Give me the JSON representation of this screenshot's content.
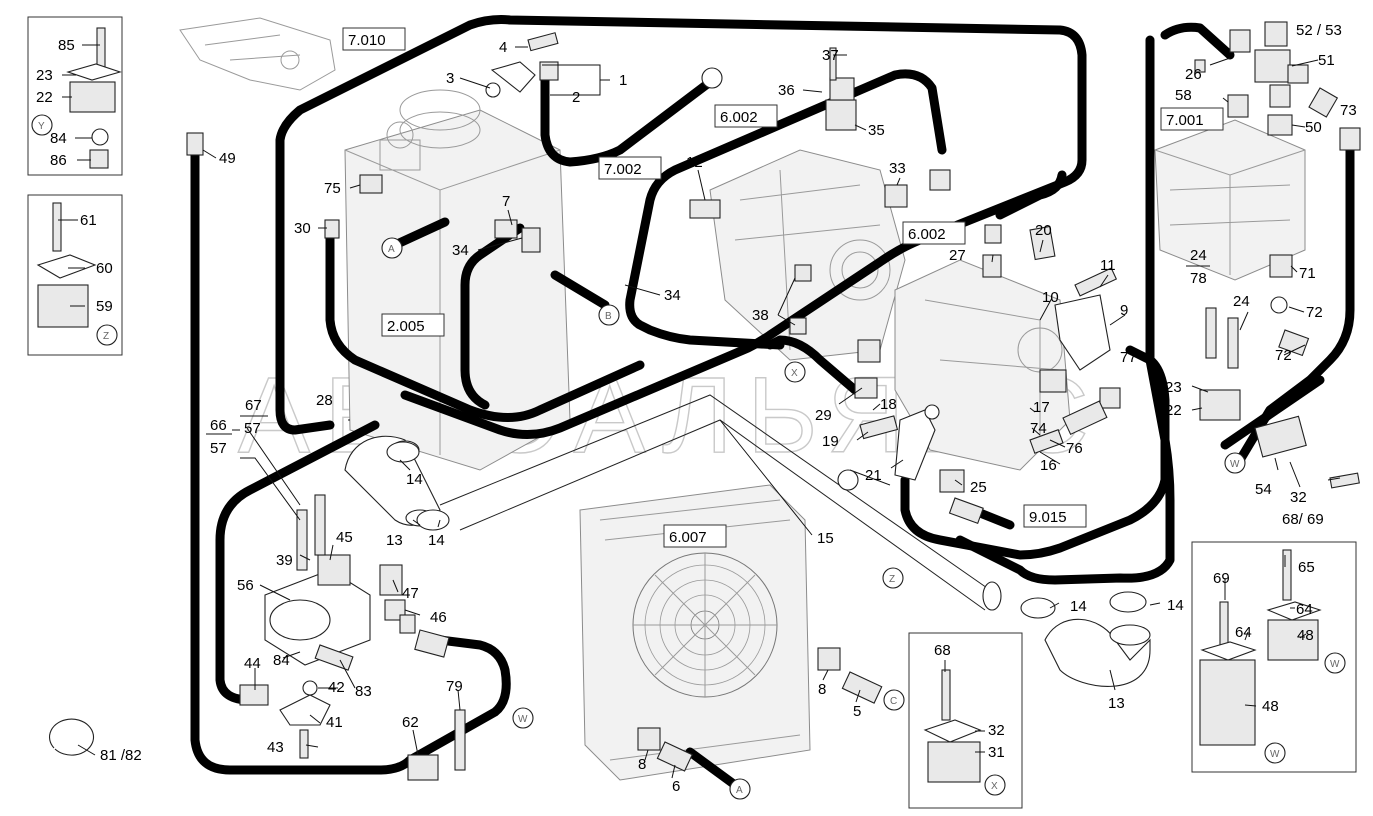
{
  "watermark": "АВТОАЛЬЯНС",
  "reference_boxes": [
    "7.010",
    "7.002",
    "6.002",
    "6.002",
    "2.005",
    "7.001",
    "6.007",
    "9.015"
  ],
  "callouts": [
    "85",
    "23",
    "22",
    "84",
    "86",
    "61",
    "60",
    "59",
    "49",
    "3",
    "4",
    "1",
    "2",
    "75",
    "30",
    "7",
    "34",
    "37",
    "36",
    "35",
    "12",
    "33",
    "34",
    "38",
    "27",
    "20",
    "11",
    "10",
    "9",
    "52 / 53",
    "51",
    "73",
    "26",
    "58",
    "50",
    "24",
    "78",
    "24",
    "71",
    "72",
    "72",
    "77",
    "23",
    "22",
    "54",
    "32",
    "68/ 69",
    "28",
    "67",
    "66",
    "57",
    "57",
    "14",
    "13",
    "14",
    "29",
    "18",
    "19",
    "21",
    "17",
    "74",
    "76",
    "16",
    "25",
    "15",
    "14",
    "14",
    "13",
    "39",
    "45",
    "56",
    "47",
    "46",
    "44",
    "84",
    "42",
    "83",
    "79",
    "43",
    "41",
    "62",
    "81 /82",
    "8",
    "5",
    "8",
    "6",
    "68",
    "32",
    "31",
    "69",
    "65",
    "64",
    "48",
    "64",
    "48"
  ],
  "circle_markers": [
    "Y",
    "Z",
    "A",
    "B",
    "X",
    "W",
    "C",
    "Z",
    "A",
    "W",
    "X",
    "W",
    "W"
  ]
}
